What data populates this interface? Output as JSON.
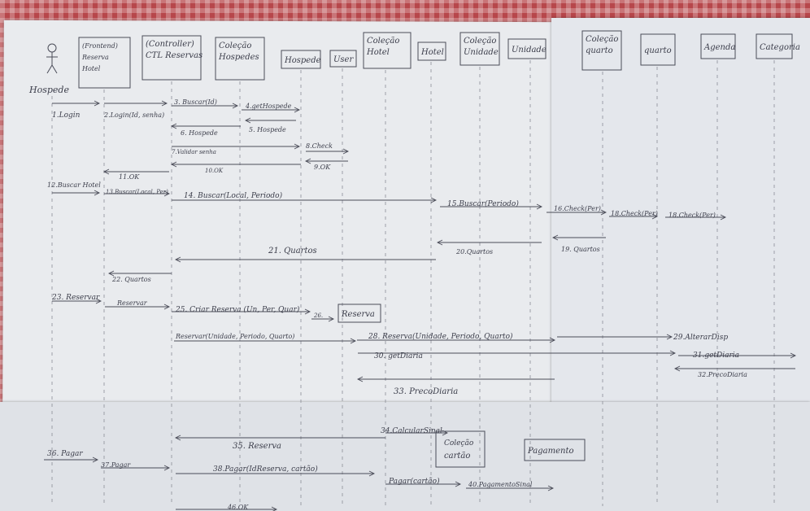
{
  "participants": [
    {
      "id": "actor",
      "label": "Hospede"
    },
    {
      "id": "frontend",
      "label": "(Frontend)",
      "sub": [
        "Reserva",
        "Hotel"
      ]
    },
    {
      "id": "controller",
      "label": "(Controller)",
      "sub": [
        "CTL Reservas"
      ]
    },
    {
      "id": "col_hospedes",
      "label": "Coleção",
      "sub": [
        "Hospedes"
      ]
    },
    {
      "id": "hospede",
      "label": "Hospede"
    },
    {
      "id": "user",
      "label": "User"
    },
    {
      "id": "col_hotel",
      "label": "Coleção",
      "sub": [
        "Hotel"
      ]
    },
    {
      "id": "hotel",
      "label": "Hotel"
    },
    {
      "id": "col_unidade",
      "label": "Coleção",
      "sub": [
        "Unidade"
      ]
    },
    {
      "id": "unidade",
      "label": "Unidade"
    },
    {
      "id": "col_quarto",
      "label": "Coleção",
      "sub": [
        "quarto"
      ]
    },
    {
      "id": "quarto",
      "label": "quarto"
    },
    {
      "id": "agenda",
      "label": "Agenda"
    },
    {
      "id": "categoria",
      "label": "Categoria"
    }
  ],
  "messages": [
    {
      "label": "1.Login"
    },
    {
      "label": "2.Login(Id, senha)"
    },
    {
      "label": "3. Buscar(Id)"
    },
    {
      "label": "4.getHospede"
    },
    {
      "label": "5. Hospede"
    },
    {
      "label": "6. Hospede"
    },
    {
      "label": "7.Validar senha"
    },
    {
      "label": "8.Check"
    },
    {
      "label": "9.OK"
    },
    {
      "label": "10.OK"
    },
    {
      "label": "11.OK"
    },
    {
      "label": "12.Buscar Hotel"
    },
    {
      "label": "13.Buscar(Local, Per)"
    },
    {
      "label": "14. Buscar(Local, Periodo)"
    },
    {
      "label": "15.Buscar(Periodo)"
    },
    {
      "label": "16.Check(Per)"
    },
    {
      "label": "18.Check(Per)"
    },
    {
      "label": "18.Check(Per)"
    },
    {
      "label": "19. Quartos"
    },
    {
      "label": "20.Quartos"
    },
    {
      "label": "21. Quartos"
    },
    {
      "label": "22. Quartos"
    },
    {
      "label": "23. Reservar"
    },
    {
      "label": "Reservar"
    },
    {
      "label": "25. Criar Reserva (Un, Per, Quar)"
    },
    {
      "label": "26."
    },
    {
      "label": "Reservar(Unidade, Periodo, Quarto)"
    },
    {
      "label": "28. Reserva(Unidade, Periodo, Quarto)"
    },
    {
      "label": "29.AlterarDisp"
    },
    {
      "label": "30. getDiaria"
    },
    {
      "label": "31.getDiaria"
    },
    {
      "label": "32.PrecoDiaria"
    },
    {
      "label": "33. PrecoDiaria"
    },
    {
      "label": "34.CalcularSinal"
    },
    {
      "label": "35. Reserva"
    },
    {
      "label": "36. Pagar"
    },
    {
      "label": "37.Pagar"
    },
    {
      "label": "38.Pagar(IdReserva, cartão)"
    },
    {
      "label": "Pagar(cartão)"
    },
    {
      "label": "40.PagamentoSinal"
    },
    {
      "label": "46.OK"
    }
  ],
  "extra_boxes": [
    {
      "label": "Reserva"
    },
    {
      "label": "Coleção",
      "sub": "cartão"
    },
    {
      "label": "Pagamento"
    }
  ]
}
